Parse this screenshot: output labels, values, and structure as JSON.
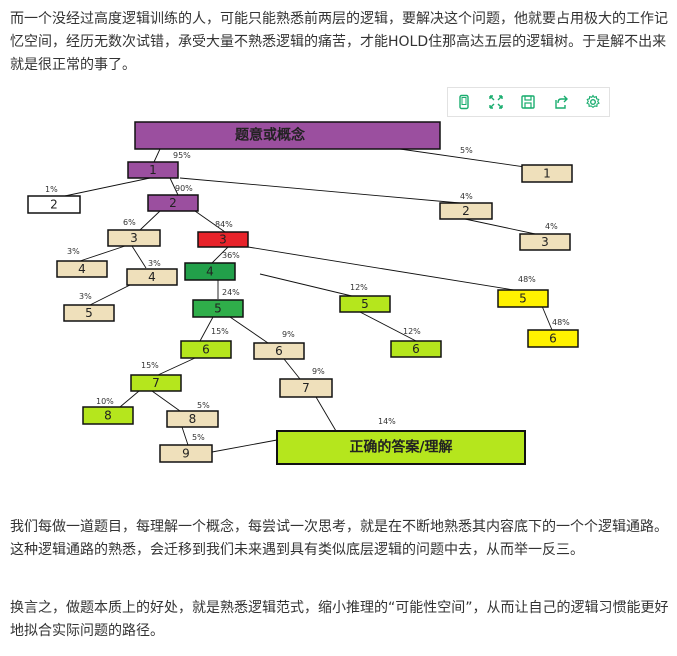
{
  "paragraphs": {
    "p1": "而一个没经过高度逻辑训练的人，可能只能熟悉前两层的逻辑，要解决这个问题，他就要占用极大的工作记忆空间，经历无数次试错，承受大量不熟悉逻辑的痛苦，才能HOLD住那高达五层的逻辑树。于是解不出来就是很正常的事了。",
    "p2": "我们每做一道题目，每理解一个概念，每尝试一次思考，就是在不断地熟悉其内容底下的一个个逻辑通路。这种逻辑通路的熟悉，会迁移到我们未来遇到具有类似底层逻辑的问题中去，从而举一反三。",
    "p3": "换言之，做题本质上的好处，就是熟悉逻辑范式，缩小推理的“可能性空间”，从而让自己的逻辑习惯能更好地拟合实际问题的路径。"
  },
  "toolbar": {
    "icons": [
      "phone-icon",
      "expand-icon",
      "save-icon",
      "share-icon",
      "gear-icon"
    ],
    "accent": "#1aad6f"
  },
  "diagram": {
    "colors": {
      "purple": "#9b4f9f",
      "beige": "#efe0bb",
      "red": "#e8232a",
      "green_dark": "#22a04a",
      "green_mid": "#2fae4a",
      "lime": "#b5e61d",
      "yellow": "#fff200",
      "white": "#ffffff"
    },
    "nodes": {
      "top": "题意或概念",
      "n1a": "1",
      "n1b": "1",
      "n2a": "2",
      "n2b": "2",
      "n2c": "2",
      "n3a": "3",
      "n3b": "3",
      "n3c": "3",
      "n4a": "4",
      "n4b": "4",
      "n4c": "4",
      "n5a": "5",
      "n5b": "5",
      "n5c": "5",
      "n5d": "5",
      "n6a": "6",
      "n6b": "6",
      "n6c": "6",
      "n6d": "6",
      "n7a": "7",
      "n7b": "7",
      "n8a": "8",
      "n8b": "8",
      "n9": "9",
      "answer": "正确的答案/理解"
    },
    "pcts": {
      "p95": "95%",
      "p5a": "5%",
      "p1": "1%",
      "p90": "90%",
      "p4a": "4%",
      "p4b": "4%",
      "p6": "6%",
      "p84": "84%",
      "p3a": "3%",
      "p3b": "3%",
      "p3c": "3%",
      "p36": "36%",
      "p12a": "12%",
      "p48a": "48%",
      "p24": "24%",
      "p12b": "12%",
      "p48b": "48%",
      "p15a": "15%",
      "p9a": "9%",
      "p15b": "15%",
      "p9b": "9%",
      "p10": "10%",
      "p5b": "5%",
      "p14": "14%",
      "p5c": "5%"
    }
  }
}
